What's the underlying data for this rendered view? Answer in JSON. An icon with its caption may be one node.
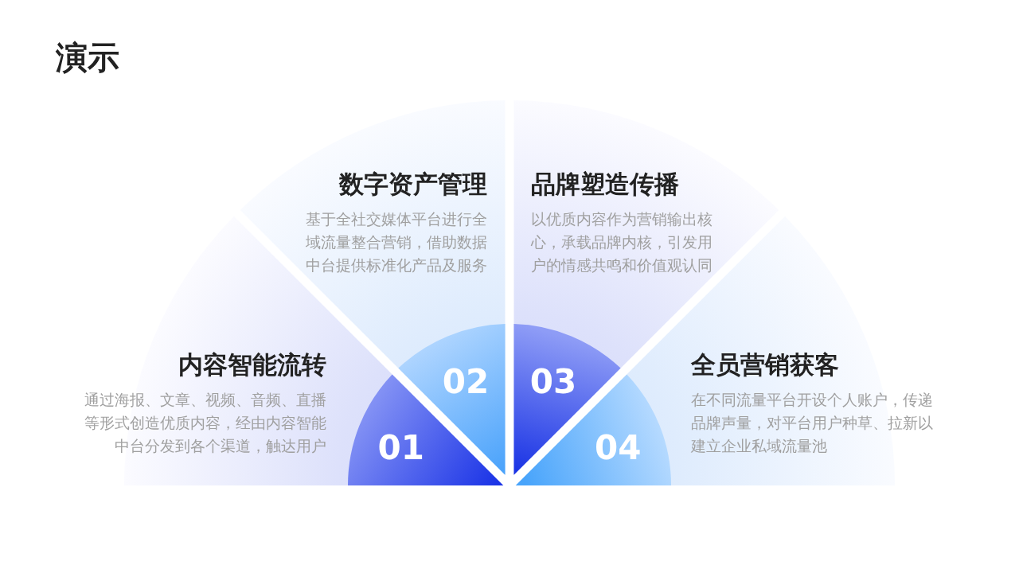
{
  "diagram": {
    "title": "演示",
    "nodes": [
      {
        "text": [
          "内容智能流转",
          "通过海报、文章、视频、音频、直播等形式创造优质内容，经由内容智能中台分发到各个渠道，触达用户"
        ]
      },
      {
        "text": [
          "01"
        ],
        "in": 0
      },
      {
        "text": [
          "数字资产管理",
          "基于全社交媒体平台进行全域流量整合营销，借助数据中台提供标准化产品及服务"
        ]
      },
      {
        "text": [
          "02"
        ],
        "in": 2
      },
      {
        "text": [
          "品牌塑造传播",
          "以优质内容作为营销输出核心，承载品牌内核，引发用户的情感共鸣和价值观认同"
        ]
      },
      {
        "text": [
          "03"
        ],
        "in": 4
      },
      {
        "text": [
          "全员营销获客",
          "在不同流量平台开设个人账户，传递品牌声量，对平台用户种草、拉新以建立企业私域流量池"
        ]
      },
      {
        "text": [
          "04"
        ],
        "in": 6
      }
    ]
  }
}
